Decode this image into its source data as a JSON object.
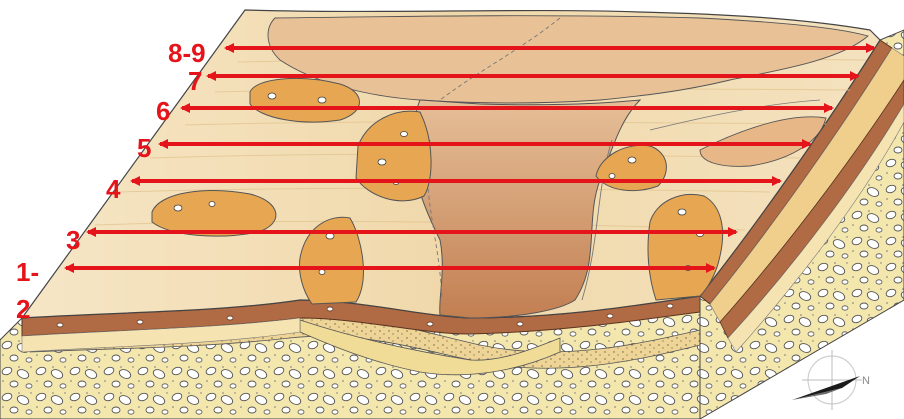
{
  "diagram": {
    "layer_labels": [
      {
        "id": "8-9",
        "text": "8-9"
      },
      {
        "id": "7",
        "text": "7"
      },
      {
        "id": "6",
        "text": "6"
      },
      {
        "id": "5",
        "text": "5"
      },
      {
        "id": "4",
        "text": "4"
      },
      {
        "id": "3",
        "text": "3"
      },
      {
        "id": "1-2",
        "line1": "1-",
        "line2": "2"
      }
    ],
    "compass": {
      "north_label": "N"
    },
    "colors": {
      "arrow": "#e5141b",
      "sand_light": "#f3dfb8",
      "sand_mid": "#e9c68a",
      "lens_orange": "#e7a651",
      "channel_brown": "#c98a5a",
      "crust_brown": "#a8603b",
      "gravel": "#f1e3a2"
    }
  }
}
